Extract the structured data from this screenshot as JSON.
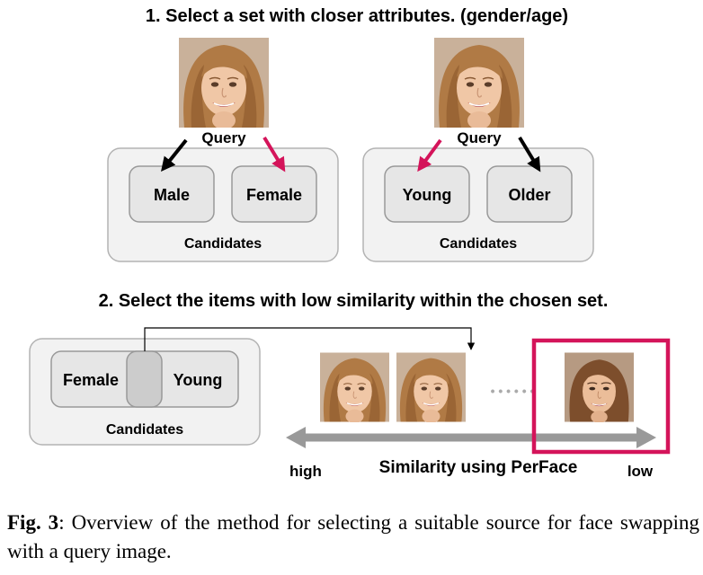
{
  "section1": {
    "heading": "1. Select a set with closer attributes. (gender/age)",
    "gender_panel": {
      "query_label": "Query",
      "options": [
        "Male",
        "Female"
      ],
      "selected": "Female",
      "candidates_label": "Candidates"
    },
    "age_panel": {
      "query_label": "Query",
      "options": [
        "Young",
        "Older"
      ],
      "selected": "Young",
      "candidates_label": "Candidates"
    }
  },
  "section2": {
    "heading": "2. Select the items with low similarity within the chosen set.",
    "set_labels": [
      "Female",
      "Young"
    ],
    "candidates_label": "Candidates",
    "ellipsis": "• • • • • •",
    "axis_high": "high",
    "axis_title": "Similarity using PerFace",
    "axis_low": "low"
  },
  "colors": {
    "accent": "#d4145a",
    "arrow_dark": "#000000",
    "panel_fill": "#f2f2f2",
    "panel_stroke": "#b3b3b3",
    "option_fill": "#e6e6e6",
    "overlap_fill": "#cccccc",
    "similarity_arrow": "#999999"
  },
  "caption": {
    "label": "Fig. 3",
    "text": ": Overview of the method for selecting a suitable source for face swapping with a query image."
  }
}
